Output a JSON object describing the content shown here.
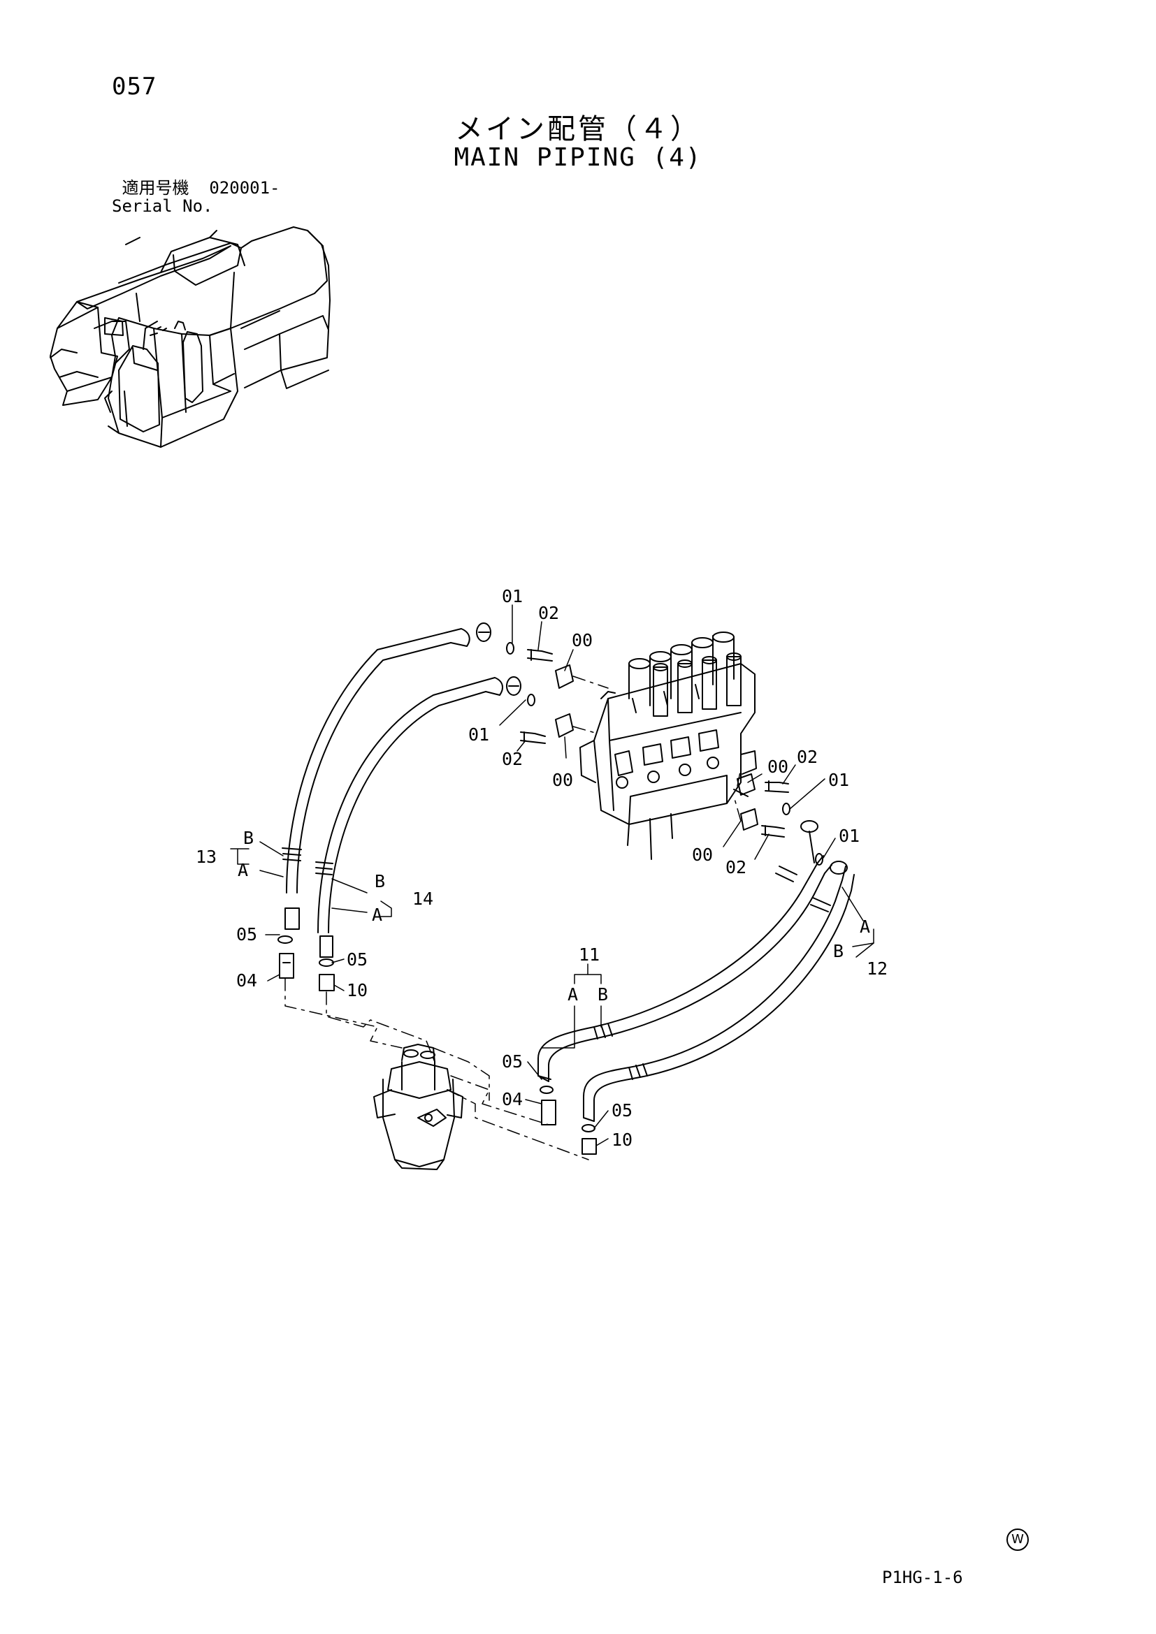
{
  "header": {
    "page_number": "057",
    "title_jp": "メイン配管（４）",
    "title_en": "MAIN PIPING (4)",
    "serial_label_jp": "適用号機",
    "serial_value": "020001-",
    "serial_label_en": "Serial No."
  },
  "callouts": {
    "top_01": "01",
    "top_02": "02",
    "top_00": "00",
    "mid_01": "01",
    "mid_02": "02",
    "mid_00": "00",
    "r1_00": "00",
    "r1_02": "02",
    "r1_01": "01",
    "r2_00": "00",
    "r2_02": "02",
    "r2_01": "01",
    "h13": "13",
    "h13_b": "B",
    "h13_a": "A",
    "h14": "14",
    "h14_b": "B",
    "h14_a": "A",
    "h12": "12",
    "h12_a": "A",
    "h12_b": "B",
    "h11": "11",
    "h11_a": "A",
    "h11_b": "B",
    "l_05": "05",
    "l_04": "04",
    "l_05b": "05",
    "l_10": "10",
    "c_05": "05",
    "c_04": "04",
    "c_05b": "05",
    "c_10": "10"
  },
  "footer": {
    "watermark_symbol": "W",
    "reference_code": "P1HG-1-6"
  }
}
